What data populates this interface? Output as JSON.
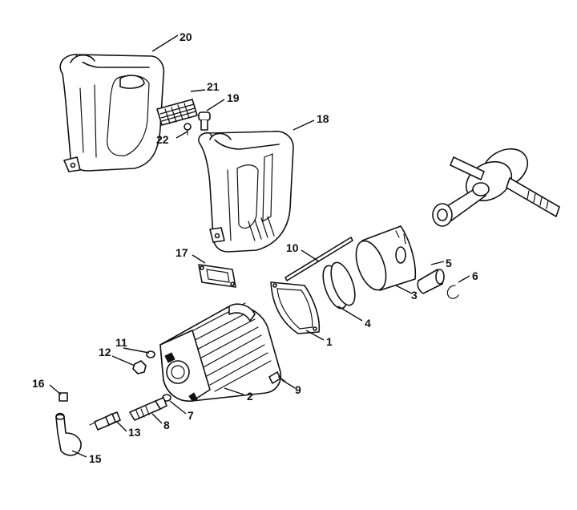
{
  "callouts": [
    {
      "id": "c1",
      "num": "1"
    },
    {
      "id": "c2",
      "num": "2"
    },
    {
      "id": "c3",
      "num": "3"
    },
    {
      "id": "c4",
      "num": "4"
    },
    {
      "id": "c5",
      "num": "5"
    },
    {
      "id": "c6",
      "num": "6"
    },
    {
      "id": "c7",
      "num": "7"
    },
    {
      "id": "c8",
      "num": "8"
    },
    {
      "id": "c9",
      "num": "9"
    },
    {
      "id": "c10",
      "num": "10"
    },
    {
      "id": "c11",
      "num": "11"
    },
    {
      "id": "c12",
      "num": "12"
    },
    {
      "id": "c13",
      "num": "13"
    },
    {
      "id": "c15",
      "num": "15"
    },
    {
      "id": "c16",
      "num": "16"
    },
    {
      "id": "c17",
      "num": "17"
    },
    {
      "id": "c18",
      "num": "18"
    },
    {
      "id": "c19",
      "num": "19"
    },
    {
      "id": "c20",
      "num": "20"
    },
    {
      "id": "c21",
      "num": "21"
    },
    {
      "id": "c22",
      "num": "22"
    }
  ]
}
